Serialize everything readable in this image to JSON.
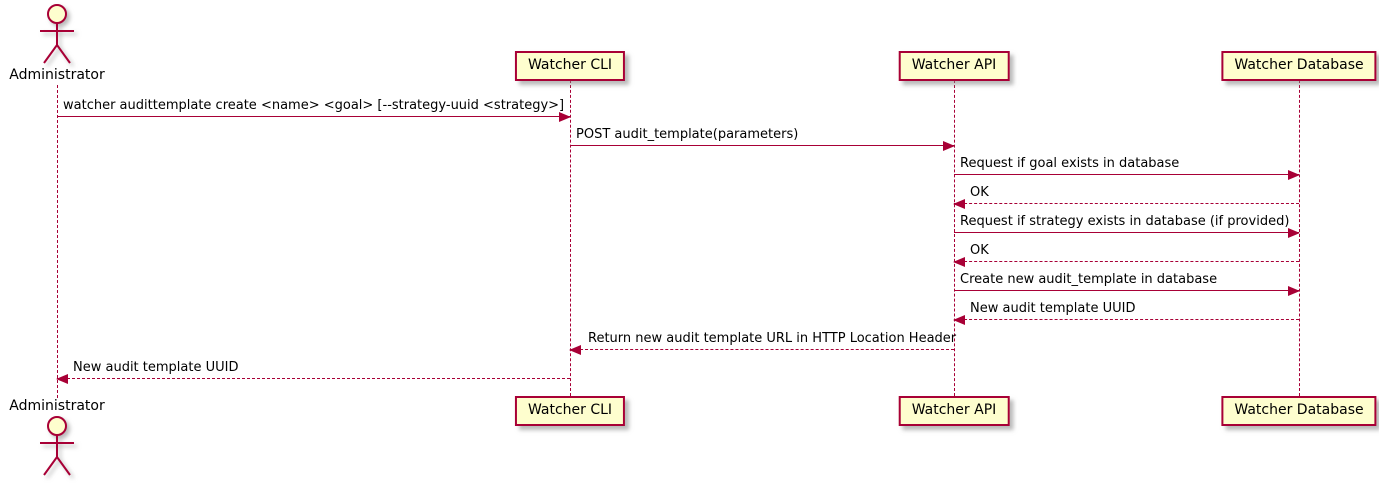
{
  "diagram": {
    "type": "sequence-diagram",
    "colors": {
      "participant_fill": "#FEFECE",
      "stroke": "#A80036",
      "text": "#000000",
      "background": "#FFFFFF"
    }
  },
  "participants": [
    {
      "id": "administrator",
      "name": "Administrator",
      "kind": "actor"
    },
    {
      "id": "watcher-cli",
      "name": "Watcher CLI",
      "kind": "participant"
    },
    {
      "id": "watcher-api",
      "name": "Watcher API",
      "kind": "participant"
    },
    {
      "id": "watcher-database",
      "name": "Watcher Database",
      "kind": "participant"
    }
  ],
  "messages": [
    {
      "from": "Administrator",
      "to": "Watcher CLI",
      "style": "solid",
      "text": "watcher audittemplate create <name> <goal> [--strategy-uuid <strategy>]"
    },
    {
      "from": "Watcher CLI",
      "to": "Watcher API",
      "style": "solid",
      "text": "POST audit_template(parameters)"
    },
    {
      "from": "Watcher API",
      "to": "Watcher Database",
      "style": "solid",
      "text": "Request if goal exists in database"
    },
    {
      "from": "Watcher Database",
      "to": "Watcher API",
      "style": "dashed",
      "text": "OK"
    },
    {
      "from": "Watcher API",
      "to": "Watcher Database",
      "style": "solid",
      "text": "Request if strategy exists in database (if provided)"
    },
    {
      "from": "Watcher Database",
      "to": "Watcher API",
      "style": "dashed",
      "text": "OK"
    },
    {
      "from": "Watcher API",
      "to": "Watcher Database",
      "style": "solid",
      "text": "Create new audit_template in database"
    },
    {
      "from": "Watcher Database",
      "to": "Watcher API",
      "style": "dashed",
      "text": "New audit template UUID"
    },
    {
      "from": "Watcher API",
      "to": "Watcher CLI",
      "style": "dashed",
      "text": "Return new audit template URL in HTTP Location Header"
    },
    {
      "from": "Watcher CLI",
      "to": "Administrator",
      "style": "dashed",
      "text": "New audit template UUID"
    }
  ]
}
